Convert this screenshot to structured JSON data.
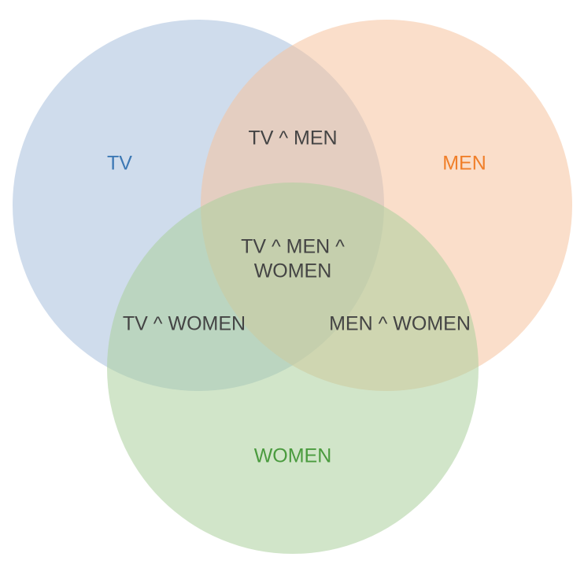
{
  "diagram": {
    "type": "venn",
    "sets": [
      {
        "name": "TV",
        "color": "#3c78b4",
        "fill": "#a8c0dc"
      },
      {
        "name": "MEN",
        "color": "#f07f2a",
        "fill": "#f6c39e"
      },
      {
        "name": "WOMEN",
        "color": "#4a9b3e",
        "fill": "#acd09c"
      }
    ],
    "intersections": {
      "tv_men": "TV ^ MEN",
      "tv_women": "TV ^ WOMEN",
      "men_women": "MEN ^ WOMEN",
      "all_line1": "TV ^ MEN ^",
      "all_line2": "WOMEN"
    }
  }
}
